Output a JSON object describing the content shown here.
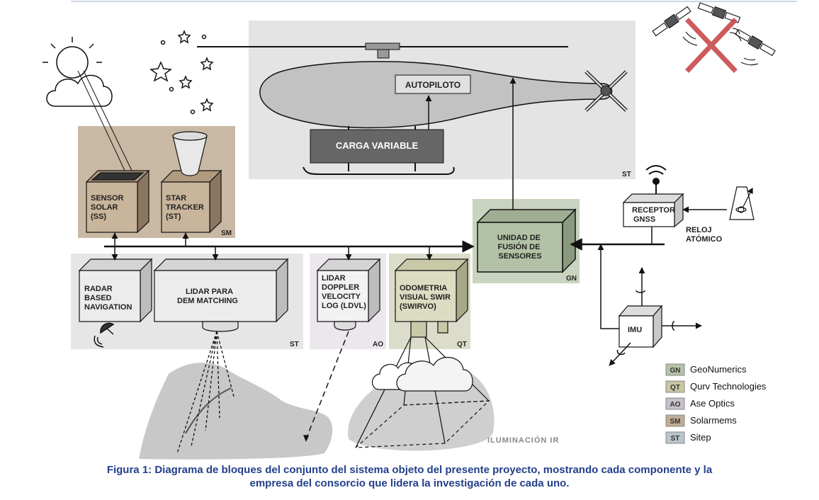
{
  "blocks": {
    "autopiloto": "AUTOPILOTO",
    "carga": "CARGA VARIABLE",
    "sensor_solar": [
      "SENSOR",
      "SOLAR",
      "(SS)"
    ],
    "star_tracker": [
      "STAR",
      "TRACKER",
      "(ST)"
    ],
    "radar": [
      "RADAR",
      "BASED",
      "NAVIGATION"
    ],
    "lidar_dem": [
      "LIDAR PARA",
      "DEM MATCHING"
    ],
    "lidar_doppler": [
      "LIDAR",
      "DOPPLER",
      "VELOCITY",
      "LOG (LDVL)"
    ],
    "odometria": [
      "ODOMETRIA",
      "VISUAL SWIR",
      "(SWIRVO)"
    ],
    "fusion": [
      "UNIDAD DE",
      "FUSIÓN DE",
      "SENSORES"
    ],
    "gnss": [
      "RECEPTOR",
      "GNSS"
    ],
    "reloj": [
      "RELOJ",
      "ATÓMICO"
    ],
    "imu": "IMU",
    "iluminacion": "ILUMINACIÓN IR"
  },
  "region_tags": {
    "heli": "ST",
    "sm": "SM",
    "st_lower": "ST",
    "ao": "AO",
    "qt": "QT",
    "gn": "GN"
  },
  "legend": [
    {
      "code": "GN",
      "name": "GeoNumerics",
      "color": "#b5c2a8"
    },
    {
      "code": "QT",
      "name": "Qurv Technologies",
      "color": "#c8c6a3"
    },
    {
      "code": "AO",
      "name": "Ase Optics",
      "color": "#c7c1cb"
    },
    {
      "code": "SM",
      "name": "Solarmems",
      "color": "#c1ad94"
    },
    {
      "code": "ST",
      "name": "Sitep",
      "color": "#b9c6cc"
    }
  ],
  "caption": [
    "Figura 1: Diagrama de bloques del conjunto del sistema objeto del presente proyecto, mostrando cada componente y la",
    "empresa del consorcio que lidera la investigación de cada uno."
  ]
}
